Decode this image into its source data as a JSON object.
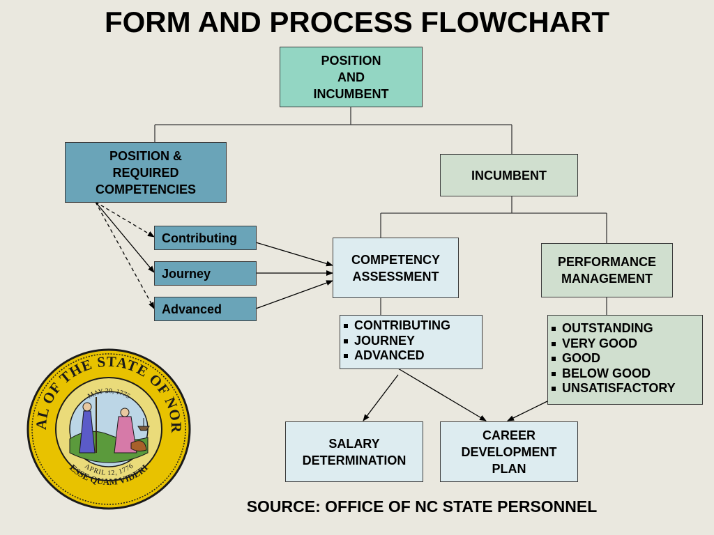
{
  "title": "FORM AND PROCESS FLOWCHART",
  "nodes": {
    "position_incumbent": "POSITION\nAND\nINCUMBENT",
    "position_required": "POSITION &\nREQUIRED\nCOMPETENCIES",
    "incumbent": "INCUMBENT",
    "contributing": "Contributing",
    "journey": "Journey",
    "advanced": "Advanced",
    "competency_assessment": "COMPETENCY\nASSESSMENT",
    "performance_management": "PERFORMANCE\nMANAGEMENT",
    "salary_determination": "SALARY\nDETERMINATION",
    "career_development": "CAREER\nDEVELOPMENT\nPLAN"
  },
  "competency_levels": [
    "CONTRIBUTING",
    "JOURNEY",
    "ADVANCED"
  ],
  "performance_ratings": [
    "OUTSTANDING",
    "VERY GOOD",
    "GOOD",
    "BELOW GOOD",
    "UNSATISFACTORY"
  ],
  "seal": {
    "top_text": "THE GREAT SEAL OF THE STATE OF NORTH CAROLINA",
    "date_top": "MAY 20, 1775",
    "date_bottom": "APRIL 12, 1776",
    "motto": "ESSE QUAM VIDERI"
  },
  "source": "SOURCE: OFFICE OF NC STATE PERSONNEL",
  "colors": {
    "background": "#eae8df",
    "teal": "#93d6c3",
    "blue": "#6aa4b8",
    "sage": "#d0dfcf",
    "light": "#ddecf0",
    "seal_gold": "#e8c200",
    "seal_border": "#1a1a1a"
  }
}
